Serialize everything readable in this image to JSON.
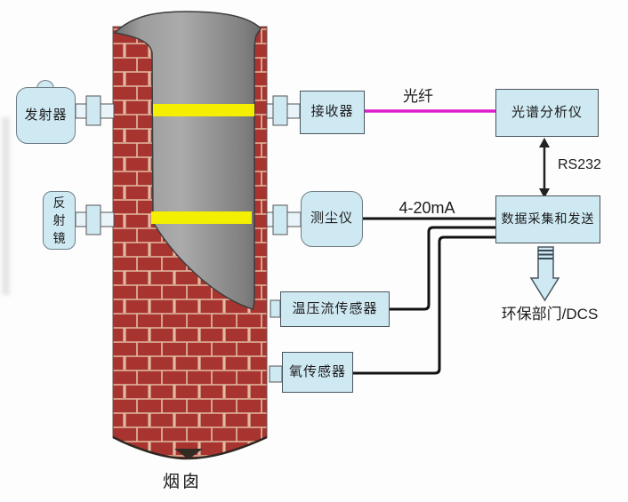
{
  "labels": {
    "transmitter": "发射器",
    "reflector": "反射镜",
    "receiver": "接收器",
    "dust_meter": "测尘仪",
    "spectrum_analyzer": "光谱分析仪",
    "data_unit": "数据采集和发送",
    "tpf_sensor": "温压流传感器",
    "oxygen_sensor": "氧传感器",
    "fiber": "光纤",
    "serial": "RS232",
    "current_loop": "4-20mA",
    "destination": "环保部门/DCS",
    "chimney": "烟囱"
  },
  "colors": {
    "box_fill": "#cfe9f3",
    "box_border": "#49565e",
    "rounded_box_border": "#6e7d85",
    "brick_red": "#a83430",
    "mortar": "#e2bba3",
    "smoke_gray": "#9a9a9a",
    "optical_band_yellow": "#f4ef00",
    "fiber_magenta": "#dd1fcd",
    "signal_line_black": "#111111",
    "background": "#fdfdfd"
  }
}
